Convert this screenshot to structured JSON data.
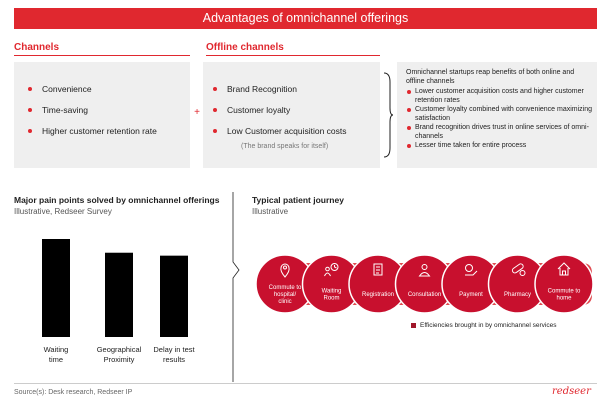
{
  "title": "Advantages of omnichannel offerings",
  "channels": {
    "heading": "Channels",
    "items": [
      "Convenience",
      "Time-saving",
      "Higher customer retention rate"
    ]
  },
  "plus_sign": "+",
  "offline": {
    "heading": "Offline channels",
    "items": [
      "Brand Recognition",
      "Customer loyalty",
      "Low Customer acquisition costs"
    ],
    "note": "(The brand speaks for itself)"
  },
  "summary": {
    "intro": "Omnichannel startups reap benefits of both online and offline channels",
    "items": [
      "Lower customer acquisition costs and higher customer retention rates",
      "Customer loyalty combined with convenience maximizing satisfaction",
      "Brand recognition drives trust in online services of omni-channels",
      "Lesser time taken for entire process"
    ]
  },
  "pain_points": {
    "title": "Major pain points solved by omnichannel offerings",
    "subtitle": "Illustrative, Redseer Survey"
  },
  "chart_data": {
    "type": "bar",
    "categories": [
      "Waiting time",
      "Geographical Proximity",
      "Delay in test results"
    ],
    "category_lines": [
      [
        "Waiting",
        "time"
      ],
      [
        "Geographical",
        "Proximity"
      ],
      [
        "Delay in test",
        "results"
      ]
    ],
    "values": [
      100,
      86,
      83
    ],
    "ylim": [
      0,
      100
    ],
    "title": "",
    "xlabel": "",
    "ylabel": "",
    "bar_color": "#000000"
  },
  "journey": {
    "title": "Typical patient journey",
    "subtitle": "Illustrative",
    "steps": [
      {
        "lines": [
          "Commute to",
          "hospital/",
          "clinic"
        ],
        "icon": "location-pin-icon"
      },
      {
        "lines": [
          "Waiting",
          "Room"
        ],
        "icon": "clock-person-icon"
      },
      {
        "lines": [
          "Registration"
        ],
        "icon": "form-icon"
      },
      {
        "lines": [
          "Consultation"
        ],
        "icon": "doctor-icon"
      },
      {
        "lines": [
          "Payment"
        ],
        "icon": "payment-icon"
      },
      {
        "lines": [
          "Pharmacy"
        ],
        "icon": "pill-icon"
      },
      {
        "lines": [
          "Commute to",
          "home"
        ],
        "icon": "house-icon"
      }
    ],
    "legend": "Efficiencies brought in by omnichannel services"
  },
  "colors": {
    "accent": "#e0282f",
    "journey_circle": "#c8102e",
    "journey_band": "#e04a50",
    "legend": "#a0172a",
    "panel": "#efefef"
  },
  "source": "Source(s): Desk research, Redseer IP",
  "logo": "redseer"
}
